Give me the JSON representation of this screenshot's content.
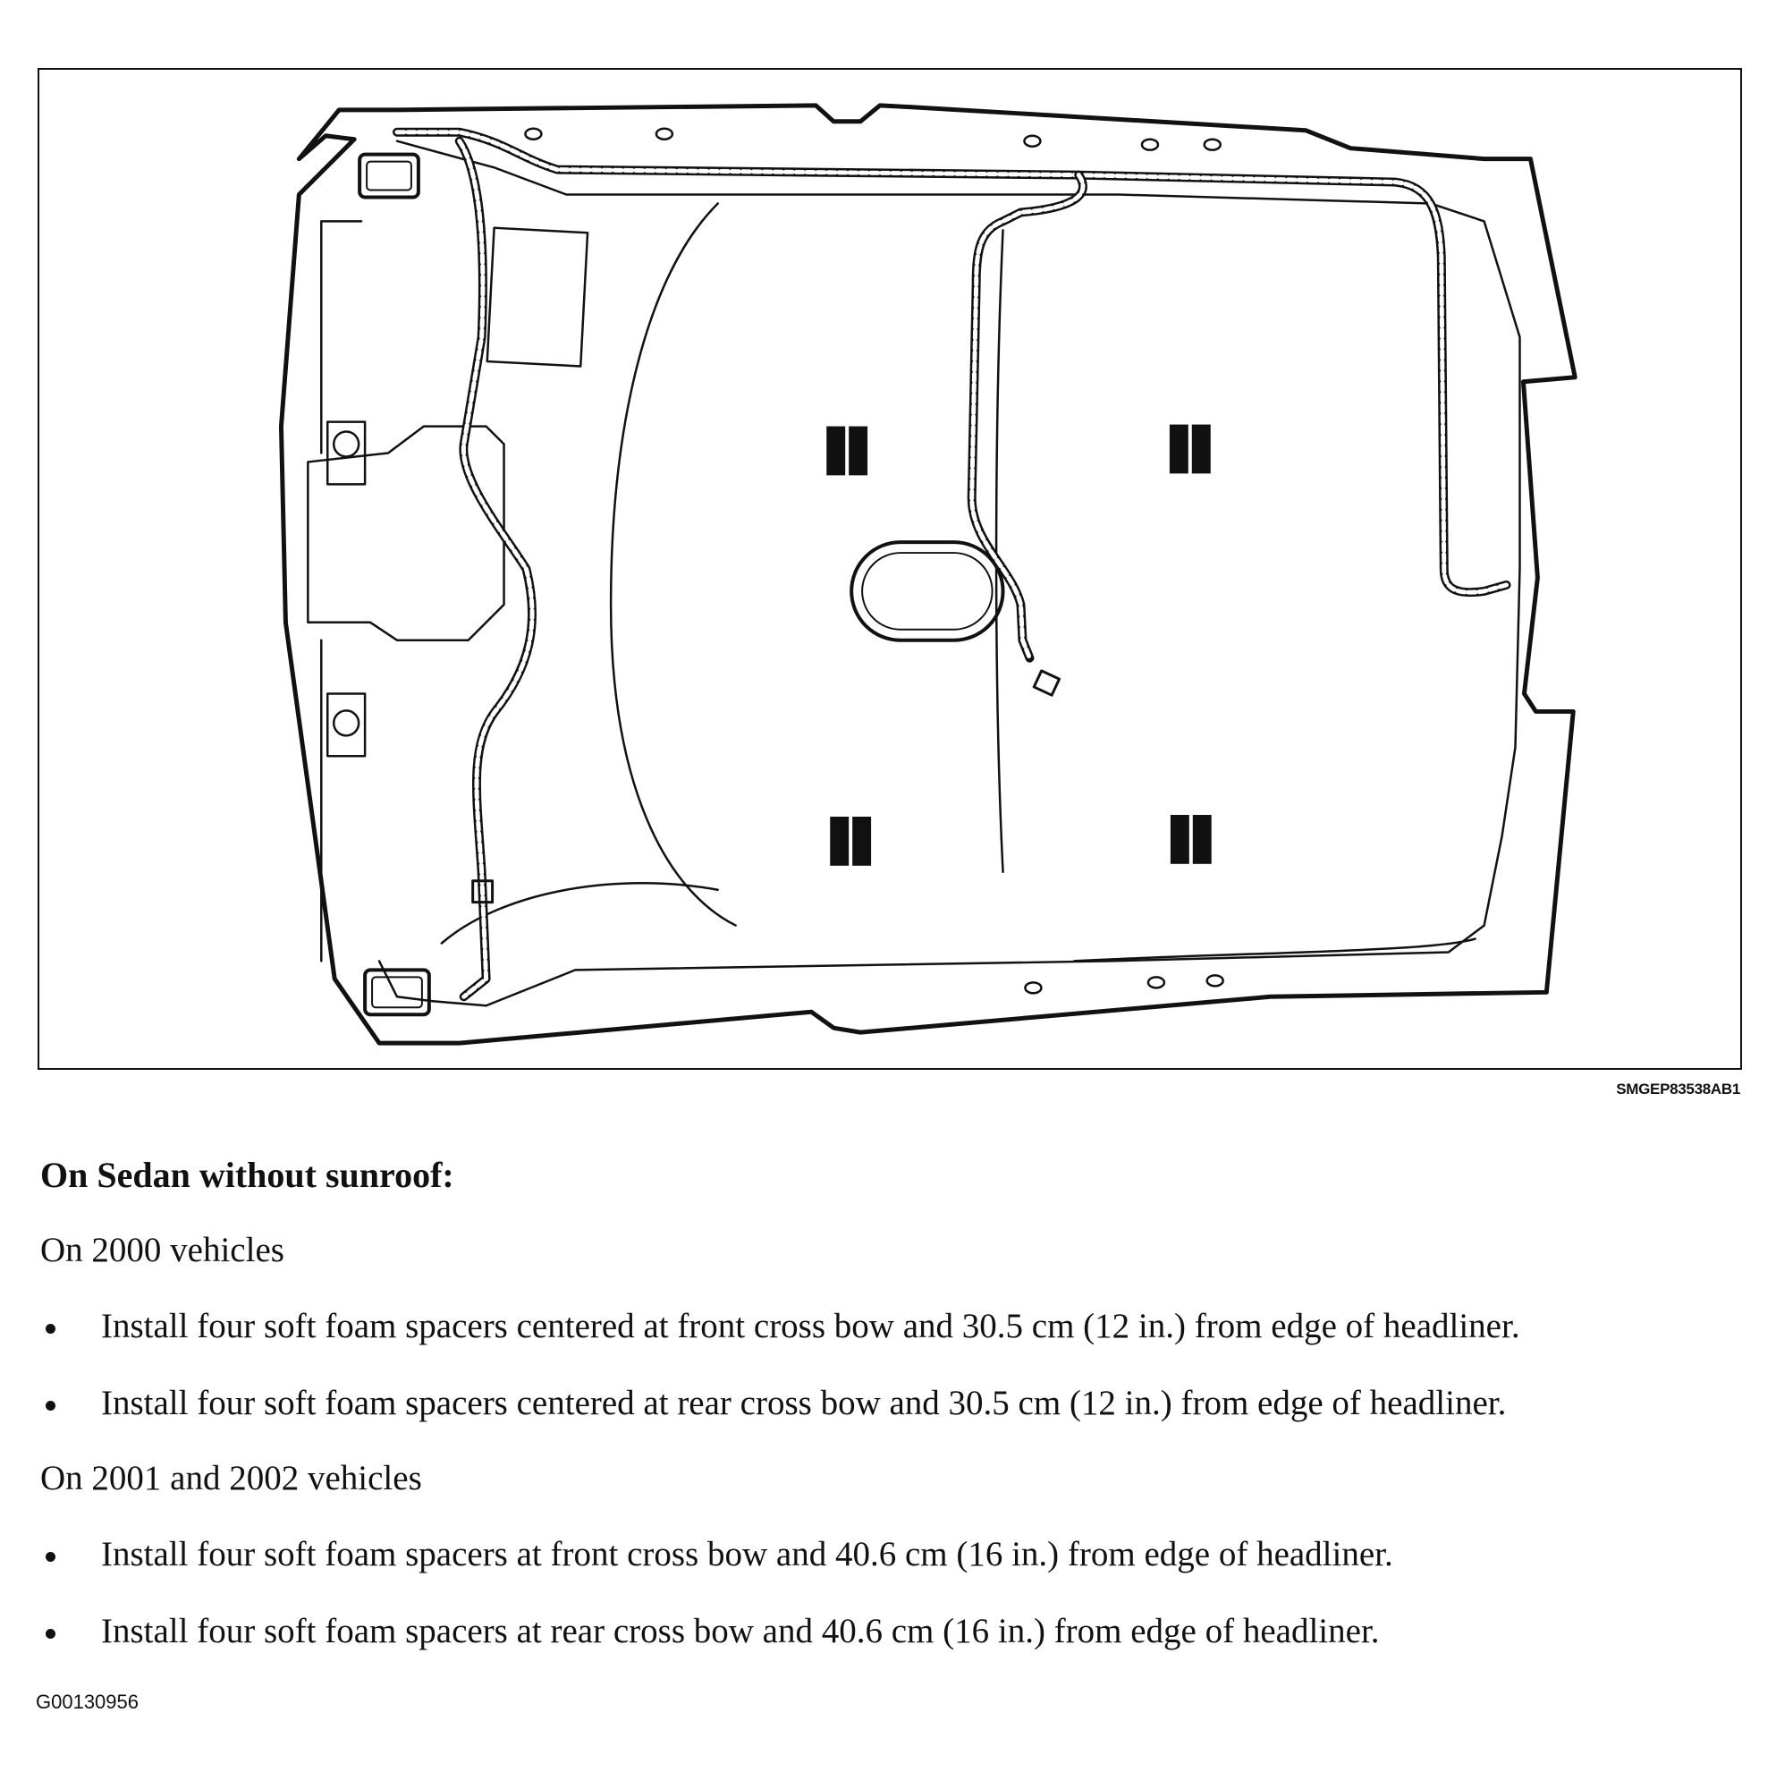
{
  "figure": {
    "code": "SMGEP83538AB1",
    "icons": [
      "headliner-diagram",
      "foam-spacer-icon",
      "wiring-harness-icon",
      "dome-lamp-icon",
      "sun-visor-clip-icon"
    ]
  },
  "section": {
    "heading": "On Sedan without sunroof:",
    "groups": [
      {
        "label": "On 2000 vehicles",
        "bullets": [
          "Install four soft foam spacers centered at front cross bow and 30.5 cm (12 in.) from edge of headliner.",
          "Install four soft foam spacers centered at rear cross bow and 30.5 cm (12 in.) from edge of headliner."
        ]
      },
      {
        "label": "On 2001 and 2002 vehicles",
        "bullets": [
          "Install four soft foam spacers at front cross bow and 40.6 cm (16 in.) from edge of headliner.",
          "Install four soft foam spacers at rear cross bow and 40.6 cm (16 in.) from edge of headliner."
        ]
      }
    ]
  },
  "footer": {
    "doc_id": "G00130956"
  }
}
